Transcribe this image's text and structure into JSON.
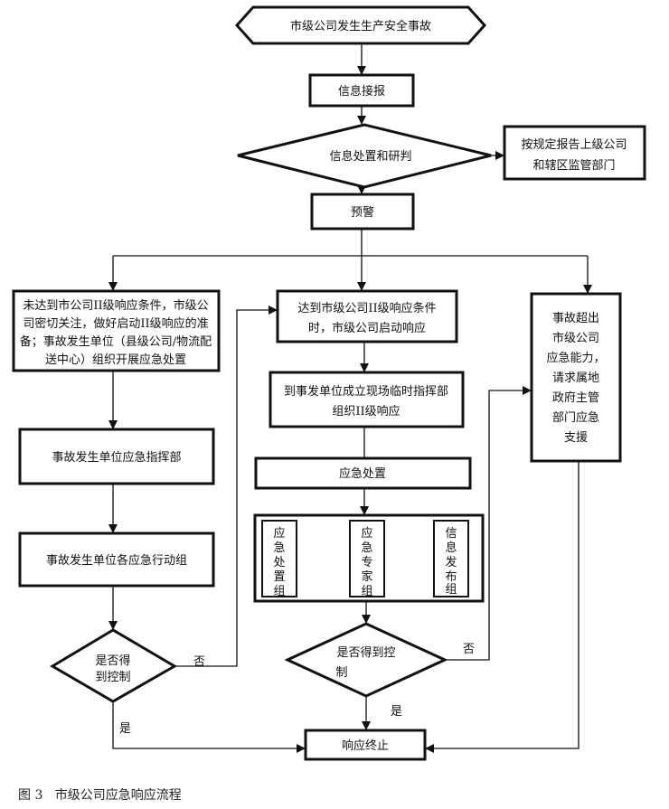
{
  "nodes": {
    "start": "市级公司发生生产安全事故",
    "report": "信息接报",
    "judge": "信息处置和研判",
    "report_up": [
      "按规定报告上级公司",
      "和辖区监管部门"
    ],
    "warning": "预警",
    "not_reached": [
      "未达到市公司II级响应条件，市级公",
      "司密切关注，做好启动II级响应的准",
      "备；事故发生单位（县级公司/物流配",
      "送中心）组织开展应急处置"
    ],
    "reached": [
      "达到市级公司II级响应条件",
      "时，市级公司启动响应"
    ],
    "beyond": [
      "事故超出",
      "市级公司",
      "应急能力，",
      "请求属地",
      "政府主管",
      "部门应急",
      "支援"
    ],
    "site_command": [
      "到事发单位成立现场临时指挥部",
      "组织II级响应"
    ],
    "disposal": "应急处置",
    "groups": [
      [
        "应",
        "急",
        "处",
        "置",
        "组"
      ],
      [
        "应",
        "急",
        "专",
        "家",
        "组"
      ],
      [
        "信",
        "息",
        "发",
        "布",
        "组"
      ]
    ],
    "control_center": [
      "是否得到控",
      "制"
    ],
    "unit_command": "事故发生单位应急指挥部",
    "unit_groups": "事故发生单位各应急行动组",
    "control_left": [
      "是否得",
      "到控制"
    ],
    "end": "响应终止"
  },
  "labels": {
    "no": "否",
    "yes": "是"
  },
  "caption": "图 3   市级公司应急响应流程"
}
